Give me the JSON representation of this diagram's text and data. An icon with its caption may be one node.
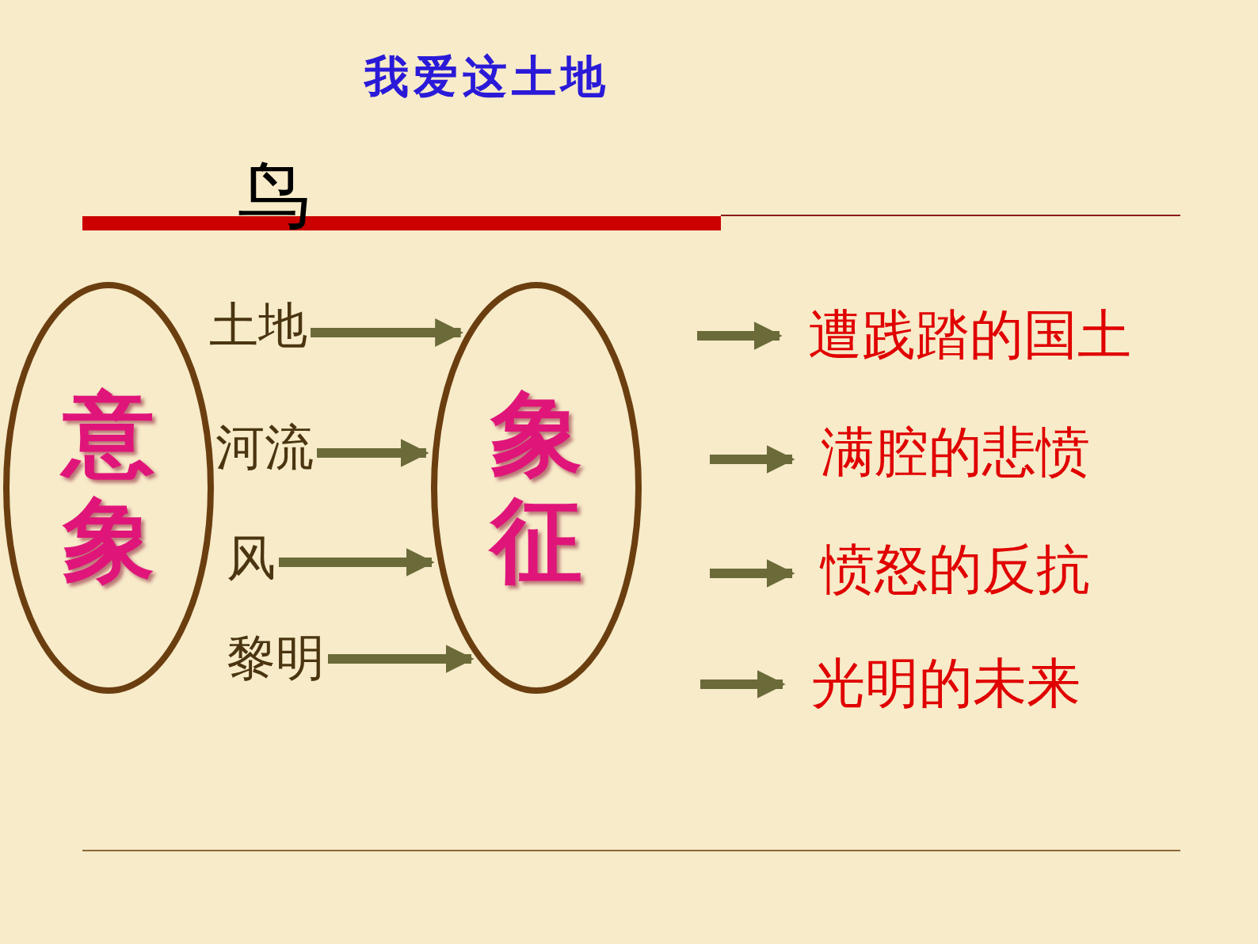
{
  "diagram": {
    "title": "我爱这土地",
    "nodes": [
      {
        "text": [
          "意象"
        ]
      },
      {
        "text": [
          "土地"
        ]
      },
      {
        "text": [
          "河流"
        ]
      },
      {
        "text": [
          "风"
        ]
      },
      {
        "text": [
          "黎明"
        ]
      },
      {
        "text": [
          "象征"
        ]
      },
      {
        "text": [
          "遭践踏的国土"
        ]
      },
      {
        "text": [
          "满腔的悲愤"
        ]
      },
      {
        "text": [
          "愤怒的反抗"
        ]
      },
      {
        "text": [
          "光明的未来"
        ]
      }
    ],
    "edges": [
      {
        "from": 1,
        "to": 5,
        "arrow": "to"
      },
      {
        "from": 2,
        "to": 5,
        "arrow": "to"
      },
      {
        "from": 3,
        "to": 5,
        "arrow": "to"
      },
      {
        "from": 4,
        "to": 5,
        "arrow": "to"
      },
      {
        "from": null,
        "to": 6,
        "arrow": "to"
      },
      {
        "from": null,
        "to": 7,
        "arrow": "to"
      },
      {
        "from": null,
        "to": 8,
        "arrow": "to"
      },
      {
        "from": null,
        "to": 9,
        "arrow": "to"
      }
    ],
    "labels": [
      "鸟"
    ]
  }
}
